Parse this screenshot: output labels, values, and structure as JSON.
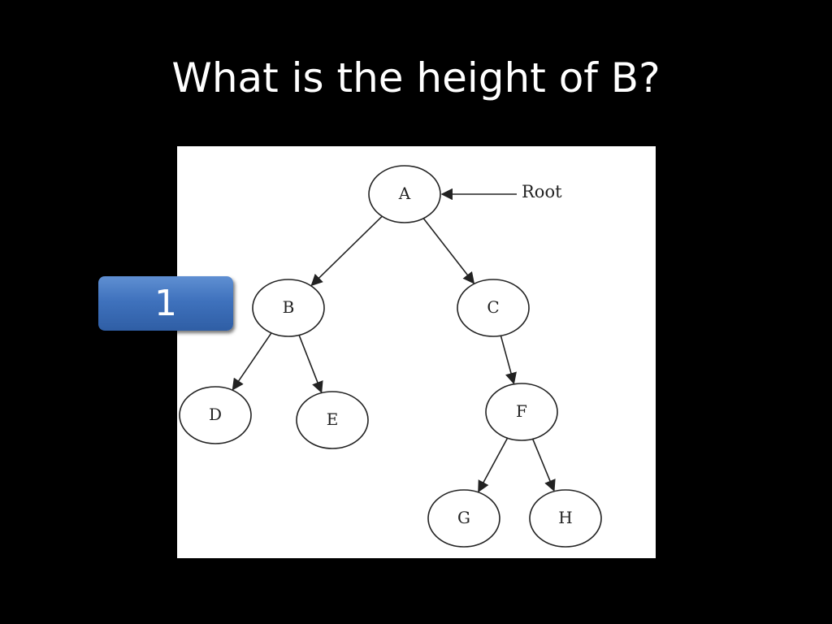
{
  "slide": {
    "title": "What is the height of B?",
    "answer": "1"
  },
  "diagram": {
    "root_label": "Root",
    "nodes": [
      {
        "id": "A",
        "label": "A"
      },
      {
        "id": "B",
        "label": "B"
      },
      {
        "id": "C",
        "label": "C"
      },
      {
        "id": "D",
        "label": "D"
      },
      {
        "id": "E",
        "label": "E"
      },
      {
        "id": "F",
        "label": "F"
      },
      {
        "id": "G",
        "label": "G"
      },
      {
        "id": "H",
        "label": "H"
      }
    ],
    "edges": [
      {
        "from": "A",
        "to": "B"
      },
      {
        "from": "A",
        "to": "C"
      },
      {
        "from": "B",
        "to": "D"
      },
      {
        "from": "B",
        "to": "E"
      },
      {
        "from": "C",
        "to": "F"
      },
      {
        "from": "F",
        "to": "G"
      },
      {
        "from": "F",
        "to": "H"
      }
    ]
  }
}
